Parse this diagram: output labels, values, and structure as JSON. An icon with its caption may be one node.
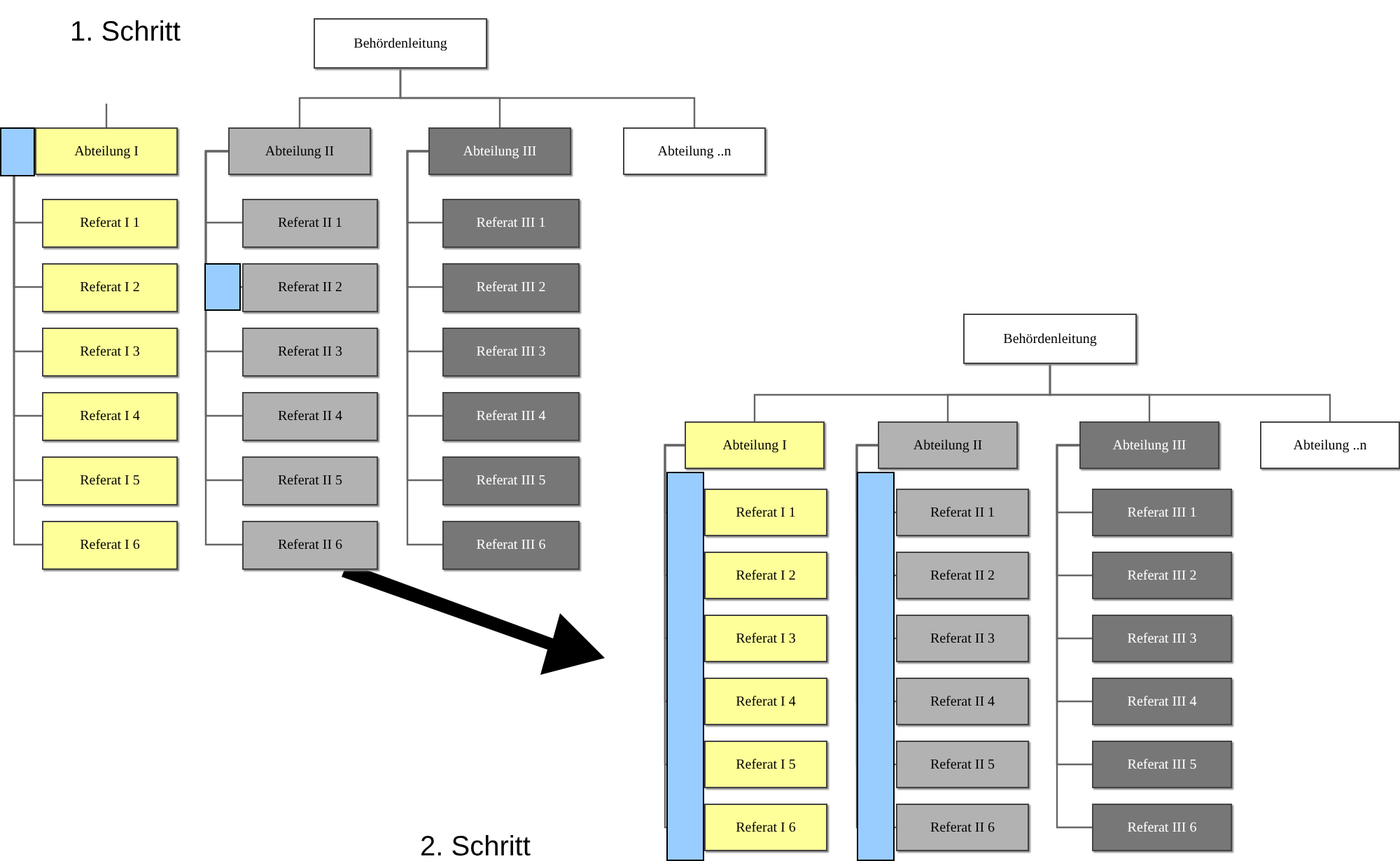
{
  "diagram": {
    "nodes": [
      {
        "text": [
          "Behördenleitung"
        ]
      },
      {
        "text": [
          "Abteilung I"
        ]
      },
      {
        "text": [
          "Abteilung II"
        ]
      },
      {
        "text": [
          "Abteilung III"
        ]
      },
      {
        "text": [
          "Abteilung ..n"
        ]
      },
      {
        "text": [
          "Referat I 1"
        ]
      },
      {
        "text": [
          "Referat I 2"
        ]
      },
      {
        "text": [
          "Referat I 3"
        ]
      },
      {
        "text": [
          "Referat I 4"
        ]
      },
      {
        "text": [
          "Referat I 5"
        ]
      },
      {
        "text": [
          "Referat I 6"
        ]
      },
      {
        "text": [
          "Referat II 1"
        ]
      },
      {
        "text": [
          "Referat II 2"
        ]
      },
      {
        "text": [
          "Referat II 3"
        ]
      },
      {
        "text": [
          "Referat II 4"
        ]
      },
      {
        "text": [
          "Referat II 5"
        ]
      },
      {
        "text": [
          "Referat II 6"
        ]
      },
      {
        "text": [
          "Referat III 1"
        ]
      },
      {
        "text": [
          "Referat III 2"
        ]
      },
      {
        "text": [
          "Referat III 3"
        ]
      },
      {
        "text": [
          "Referat III 4"
        ]
      },
      {
        "text": [
          "Referat III 5"
        ]
      },
      {
        "text": [
          "Referat III 6"
        ]
      },
      {
        "text": [
          "Behördenleitung"
        ]
      },
      {
        "text": [
          "Abteilung I"
        ]
      },
      {
        "text": [
          "Abteilung II"
        ]
      },
      {
        "text": [
          "Abteilung III"
        ]
      },
      {
        "text": [
          "Abteilung ..n"
        ]
      },
      {
        "text": [
          "Referat I 1"
        ]
      },
      {
        "text": [
          "Referat I 2"
        ]
      },
      {
        "text": [
          "Referat I 3"
        ]
      },
      {
        "text": [
          "Referat I 4"
        ]
      },
      {
        "text": [
          "Referat I 5"
        ]
      },
      {
        "text": [
          "Referat I 6"
        ]
      },
      {
        "text": [
          "Referat II 1"
        ]
      },
      {
        "text": [
          "Referat II 2"
        ]
      },
      {
        "text": [
          "Referat II 3"
        ]
      },
      {
        "text": [
          "Referat II 4"
        ]
      },
      {
        "text": [
          "Referat II 5"
        ]
      },
      {
        "text": [
          "Referat II 6"
        ]
      },
      {
        "text": [
          "Referat III 1"
        ]
      },
      {
        "text": [
          "Referat III 2"
        ]
      },
      {
        "text": [
          "Referat III 3"
        ]
      },
      {
        "text": [
          "Referat III 4"
        ]
      },
      {
        "text": [
          "Referat III 5"
        ]
      },
      {
        "text": [
          "Referat III 6"
        ]
      }
    ],
    "edges": [
      {
        "from": 0,
        "to": 2,
        "arrow": "none"
      },
      {
        "from": 0,
        "to": 3,
        "arrow": "none"
      },
      {
        "from": 0,
        "to": 4,
        "arrow": "none"
      },
      {
        "from": 1,
        "to": 5,
        "arrow": "none"
      },
      {
        "from": 1,
        "to": 6,
        "arrow": "none"
      },
      {
        "from": 1,
        "to": 7,
        "arrow": "none"
      },
      {
        "from": 1,
        "to": 8,
        "arrow": "none"
      },
      {
        "from": 1,
        "to": 9,
        "arrow": "none"
      },
      {
        "from": 1,
        "to": 10,
        "arrow": "none"
      },
      {
        "from": 2,
        "to": 11,
        "arrow": "none"
      },
      {
        "from": 2,
        "to": 12,
        "arrow": "none"
      },
      {
        "from": 2,
        "to": 13,
        "arrow": "none"
      },
      {
        "from": 2,
        "to": 14,
        "arrow": "none"
      },
      {
        "from": 2,
        "to": 15,
        "arrow": "none"
      },
      {
        "from": 2,
        "to": 16,
        "arrow": "none"
      },
      {
        "from": 3,
        "to": 17,
        "arrow": "none"
      },
      {
        "from": 3,
        "to": 18,
        "arrow": "none"
      },
      {
        "from": 3,
        "to": 19,
        "arrow": "none"
      },
      {
        "from": 3,
        "to": 20,
        "arrow": "none"
      },
      {
        "from": 3,
        "to": 21,
        "arrow": "none"
      },
      {
        "from": 3,
        "to": 22,
        "arrow": "none"
      },
      {
        "from": 23,
        "to": 24,
        "arrow": "none"
      },
      {
        "from": 23,
        "to": 25,
        "arrow": "none"
      },
      {
        "from": 23,
        "to": 26,
        "arrow": "none"
      },
      {
        "from": 23,
        "to": 27,
        "arrow": "none"
      },
      {
        "from": 24,
        "to": 28,
        "arrow": "none"
      },
      {
        "from": 24,
        "to": 29,
        "arrow": "none"
      },
      {
        "from": 24,
        "to": 30,
        "arrow": "none"
      },
      {
        "from": 24,
        "to": 31,
        "arrow": "none"
      },
      {
        "from": 24,
        "to": 32,
        "arrow": "none"
      },
      {
        "from": 24,
        "to": 33,
        "arrow": "none"
      },
      {
        "from": 25,
        "to": 34,
        "arrow": "none"
      },
      {
        "from": 25,
        "to": 35,
        "arrow": "none"
      },
      {
        "from": 25,
        "to": 36,
        "arrow": "none"
      },
      {
        "from": 25,
        "to": 37,
        "arrow": "none"
      },
      {
        "from": 25,
        "to": 38,
        "arrow": "none"
      },
      {
        "from": 25,
        "to": 39,
        "arrow": "none"
      },
      {
        "from": 26,
        "to": 40,
        "arrow": "none"
      },
      {
        "from": 26,
        "to": 41,
        "arrow": "none"
      },
      {
        "from": 26,
        "to": 42,
        "arrow": "none"
      },
      {
        "from": 26,
        "to": 43,
        "arrow": "none"
      },
      {
        "from": 26,
        "to": 44,
        "arrow": "none"
      },
      {
        "from": 26,
        "to": 45,
        "arrow": "none"
      }
    ],
    "labels": [
      "1. Schritt",
      "2. Schritt"
    ]
  }
}
